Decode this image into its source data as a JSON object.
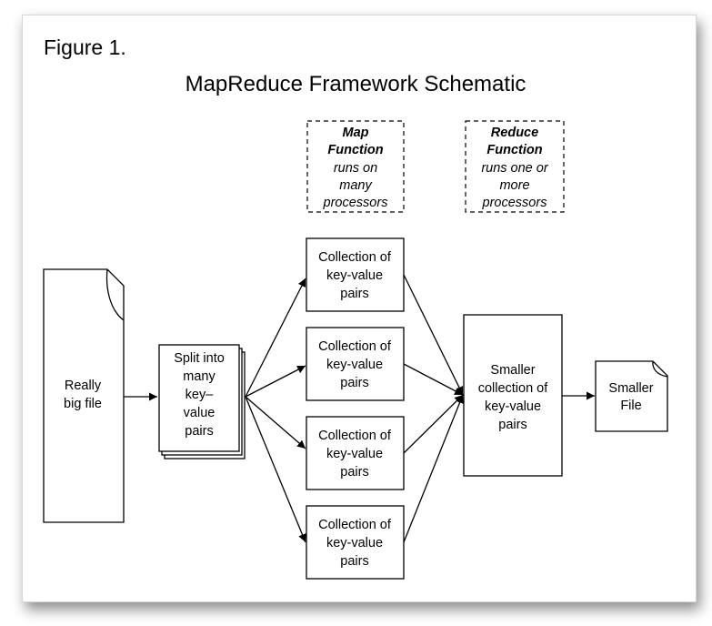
{
  "figure_label": "Figure 1.",
  "title": "MapReduce Framework Schematic",
  "map_note": {
    "bold": "Map",
    "bold2": "Function",
    "line3": "runs on",
    "line4": "many",
    "line5": "processors"
  },
  "reduce_note": {
    "bold": "Reduce",
    "bold2": "Function",
    "line3": "runs one or",
    "line4": "more",
    "line5": "processors"
  },
  "input_file": {
    "line1": "Really",
    "line2": "big file"
  },
  "split": {
    "line1": "Split into",
    "line2": "many",
    "line3": "key–",
    "line4": "value",
    "line5": "pairs"
  },
  "collections": [
    {
      "line1": "Collection of",
      "line2": "key-value",
      "line3": "pairs"
    },
    {
      "line1": "Collection of",
      "line2": "key-value",
      "line3": "pairs"
    },
    {
      "line1": "Collection of",
      "line2": "key-value",
      "line3": "pairs"
    },
    {
      "line1": "Collection of",
      "line2": "key-value",
      "line3": "pairs"
    }
  ],
  "reduced": {
    "line1": "Smaller",
    "line2": "collection of",
    "line3": "key-value",
    "line4": "pairs"
  },
  "output_file": {
    "line1": "Smaller",
    "line2": "File"
  }
}
